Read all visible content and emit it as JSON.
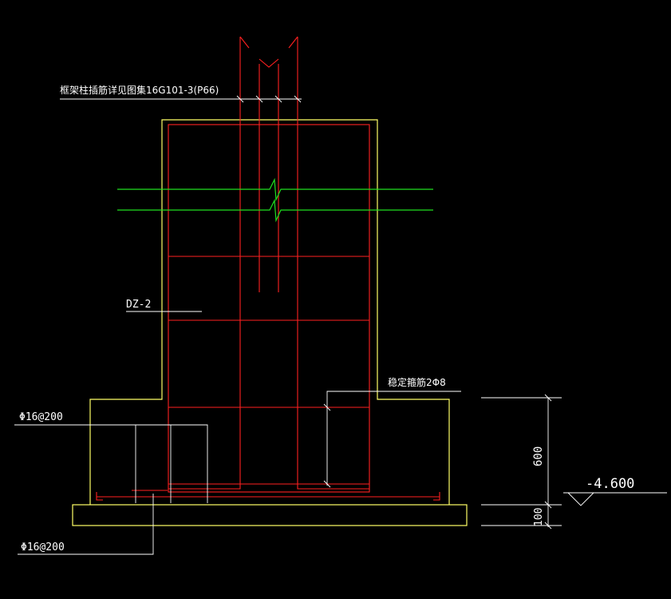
{
  "drawing": {
    "colors": {
      "background": "#000000",
      "outline": "#ffff66",
      "rebar": "#ff2020",
      "break_line": "#20e020",
      "annotation": "#ffffff"
    },
    "labels": {
      "column_dowel_note": "框架柱插筋详见图集16G101-3(P66)",
      "column_id": "DZ-2",
      "stirrup_note": "稳定箍筋2Φ8",
      "rebar_spec_upper": "Φ16@200",
      "rebar_spec_lower": "Φ16@200",
      "dim_height": "600",
      "dim_cushion": "100",
      "elevation": "-4.600"
    }
  }
}
